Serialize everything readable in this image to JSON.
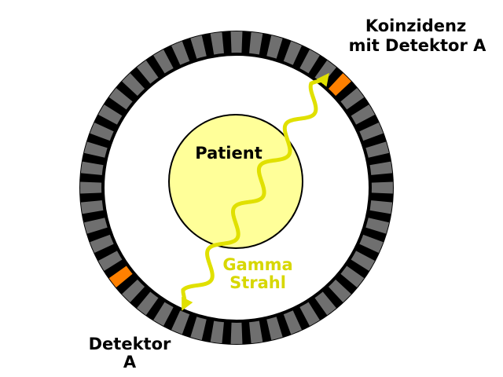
{
  "labels": {
    "patient": "Patient",
    "gamma_line1": "Gamma",
    "gamma_line2": "Strahl",
    "coincidence_line1": "Koinzidenz",
    "coincidence_line2": "mit Detektor A",
    "detector_line1": "Detektor",
    "detector_line2": "A"
  },
  "colors": {
    "background": "#ffffff",
    "ring_outline": "#000000",
    "detector_block": "#6f6f6f",
    "detector_active": "#ff8000",
    "patient_fill": "#ffff99",
    "gamma_ray": "#e0e000",
    "gamma_text": "#d7d700",
    "label_text": "#000000"
  },
  "detector_ring": {
    "block_count": 48,
    "active_blocks": [
      "top-right",
      "bottom-left"
    ]
  }
}
